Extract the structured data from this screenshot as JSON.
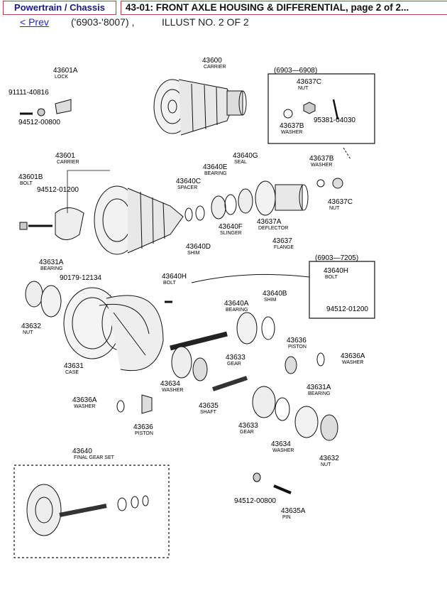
{
  "header": {
    "breadcrumb": "Powertrain / Chassis",
    "title": "43-01: FRONT AXLE HOUSING & DIFFERENTIAL, page 2 of 2..."
  },
  "nav": {
    "prev_label": "< Prev",
    "years": "('6903-'8007) ,",
    "illus": "ILLUST NO. 2 OF 2"
  },
  "diagram": {
    "inset1": {
      "range": "(6903—6908)"
    },
    "inset2": {
      "range": "(6903—7205)"
    },
    "callouts": [
      {
        "num": "43601A",
        "name": "LOCK"
      },
      {
        "num": "91111-40816",
        "name": ""
      },
      {
        "num": "94512-00800",
        "name": ""
      },
      {
        "num": "43600",
        "name": "CARRIER"
      },
      {
        "num": "43637C",
        "name": "NUT"
      },
      {
        "num": "95381-04030",
        "name": ""
      },
      {
        "num": "43637B",
        "name": "WASHER"
      },
      {
        "num": "43601",
        "name": "CARRIER"
      },
      {
        "num": "43601B",
        "name": "BOLT"
      },
      {
        "num": "94512-01200",
        "name": ""
      },
      {
        "num": "43640E",
        "name": "BEARING"
      },
      {
        "num": "43640G",
        "name": "SEAL"
      },
      {
        "num": "43640C",
        "name": "SPACER"
      },
      {
        "num": "43637B",
        "name": "WASHER"
      },
      {
        "num": "43637C",
        "name": "NUT"
      },
      {
        "num": "43640F",
        "name": "SLINGER"
      },
      {
        "num": "43637A",
        "name": "DEFLECTOR"
      },
      {
        "num": "43640D",
        "name": "SHIM"
      },
      {
        "num": "43637",
        "name": "FLANGE"
      },
      {
        "num": "43631A",
        "name": "BEARING"
      },
      {
        "num": "90179-12134",
        "name": ""
      },
      {
        "num": "43640H",
        "name": "BOLT"
      },
      {
        "num": "43640H",
        "name": "BOLT"
      },
      {
        "num": "94512-01200",
        "name": ""
      },
      {
        "num": "43640A",
        "name": "BEARING"
      },
      {
        "num": "43640B",
        "name": "SHIM"
      },
      {
        "num": "43632",
        "name": "NUT"
      },
      {
        "num": "43636",
        "name": "PISTON"
      },
      {
        "num": "43636A",
        "name": "WASHER"
      },
      {
        "num": "43631",
        "name": "CASE"
      },
      {
        "num": "43633",
        "name": "GEAR"
      },
      {
        "num": "43634",
        "name": "WASHER"
      },
      {
        "num": "43631A",
        "name": "BEARING"
      },
      {
        "num": "43636A",
        "name": "WASHER"
      },
      {
        "num": "43635",
        "name": "SHAFT"
      },
      {
        "num": "43636",
        "name": "PISTON"
      },
      {
        "num": "43633",
        "name": "GEAR"
      },
      {
        "num": "43634",
        "name": "WASHER"
      },
      {
        "num": "43632",
        "name": "NUT"
      },
      {
        "num": "43640",
        "name": "FINAL GEAR SET"
      },
      {
        "num": "94512-00800",
        "name": ""
      },
      {
        "num": "43635A",
        "name": "PIN"
      }
    ]
  }
}
